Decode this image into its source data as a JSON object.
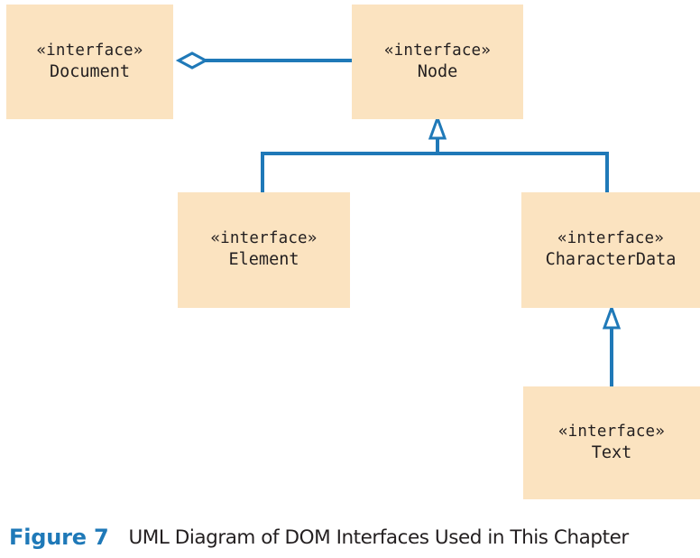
{
  "figure": {
    "label": "Figure 7",
    "title": "UML Diagram of DOM Interfaces Used in This Chapter"
  },
  "diagram": {
    "type": "uml-class-diagram",
    "stereotype": "«interface»",
    "colors": {
      "box_fill": "#fbe3c0",
      "connector": "#1f79b8",
      "accent": "#1f79b8",
      "text": "#231f20",
      "background": "#ffffff"
    },
    "nodes": [
      {
        "id": "document",
        "stereotype": "«interface»",
        "name": "Document"
      },
      {
        "id": "node",
        "stereotype": "«interface»",
        "name": "Node"
      },
      {
        "id": "element",
        "stereotype": "«interface»",
        "name": "Element"
      },
      {
        "id": "characterdata",
        "stereotype": "«interface»",
        "name": "CharacterData"
      },
      {
        "id": "text",
        "stereotype": "«interface»",
        "name": "Text"
      }
    ],
    "relationships": [
      {
        "kind": "aggregation",
        "from": "document",
        "to": "node"
      },
      {
        "kind": "generalization",
        "from": "element",
        "to": "node"
      },
      {
        "kind": "generalization",
        "from": "characterdata",
        "to": "node"
      },
      {
        "kind": "generalization",
        "from": "text",
        "to": "characterdata"
      }
    ]
  }
}
